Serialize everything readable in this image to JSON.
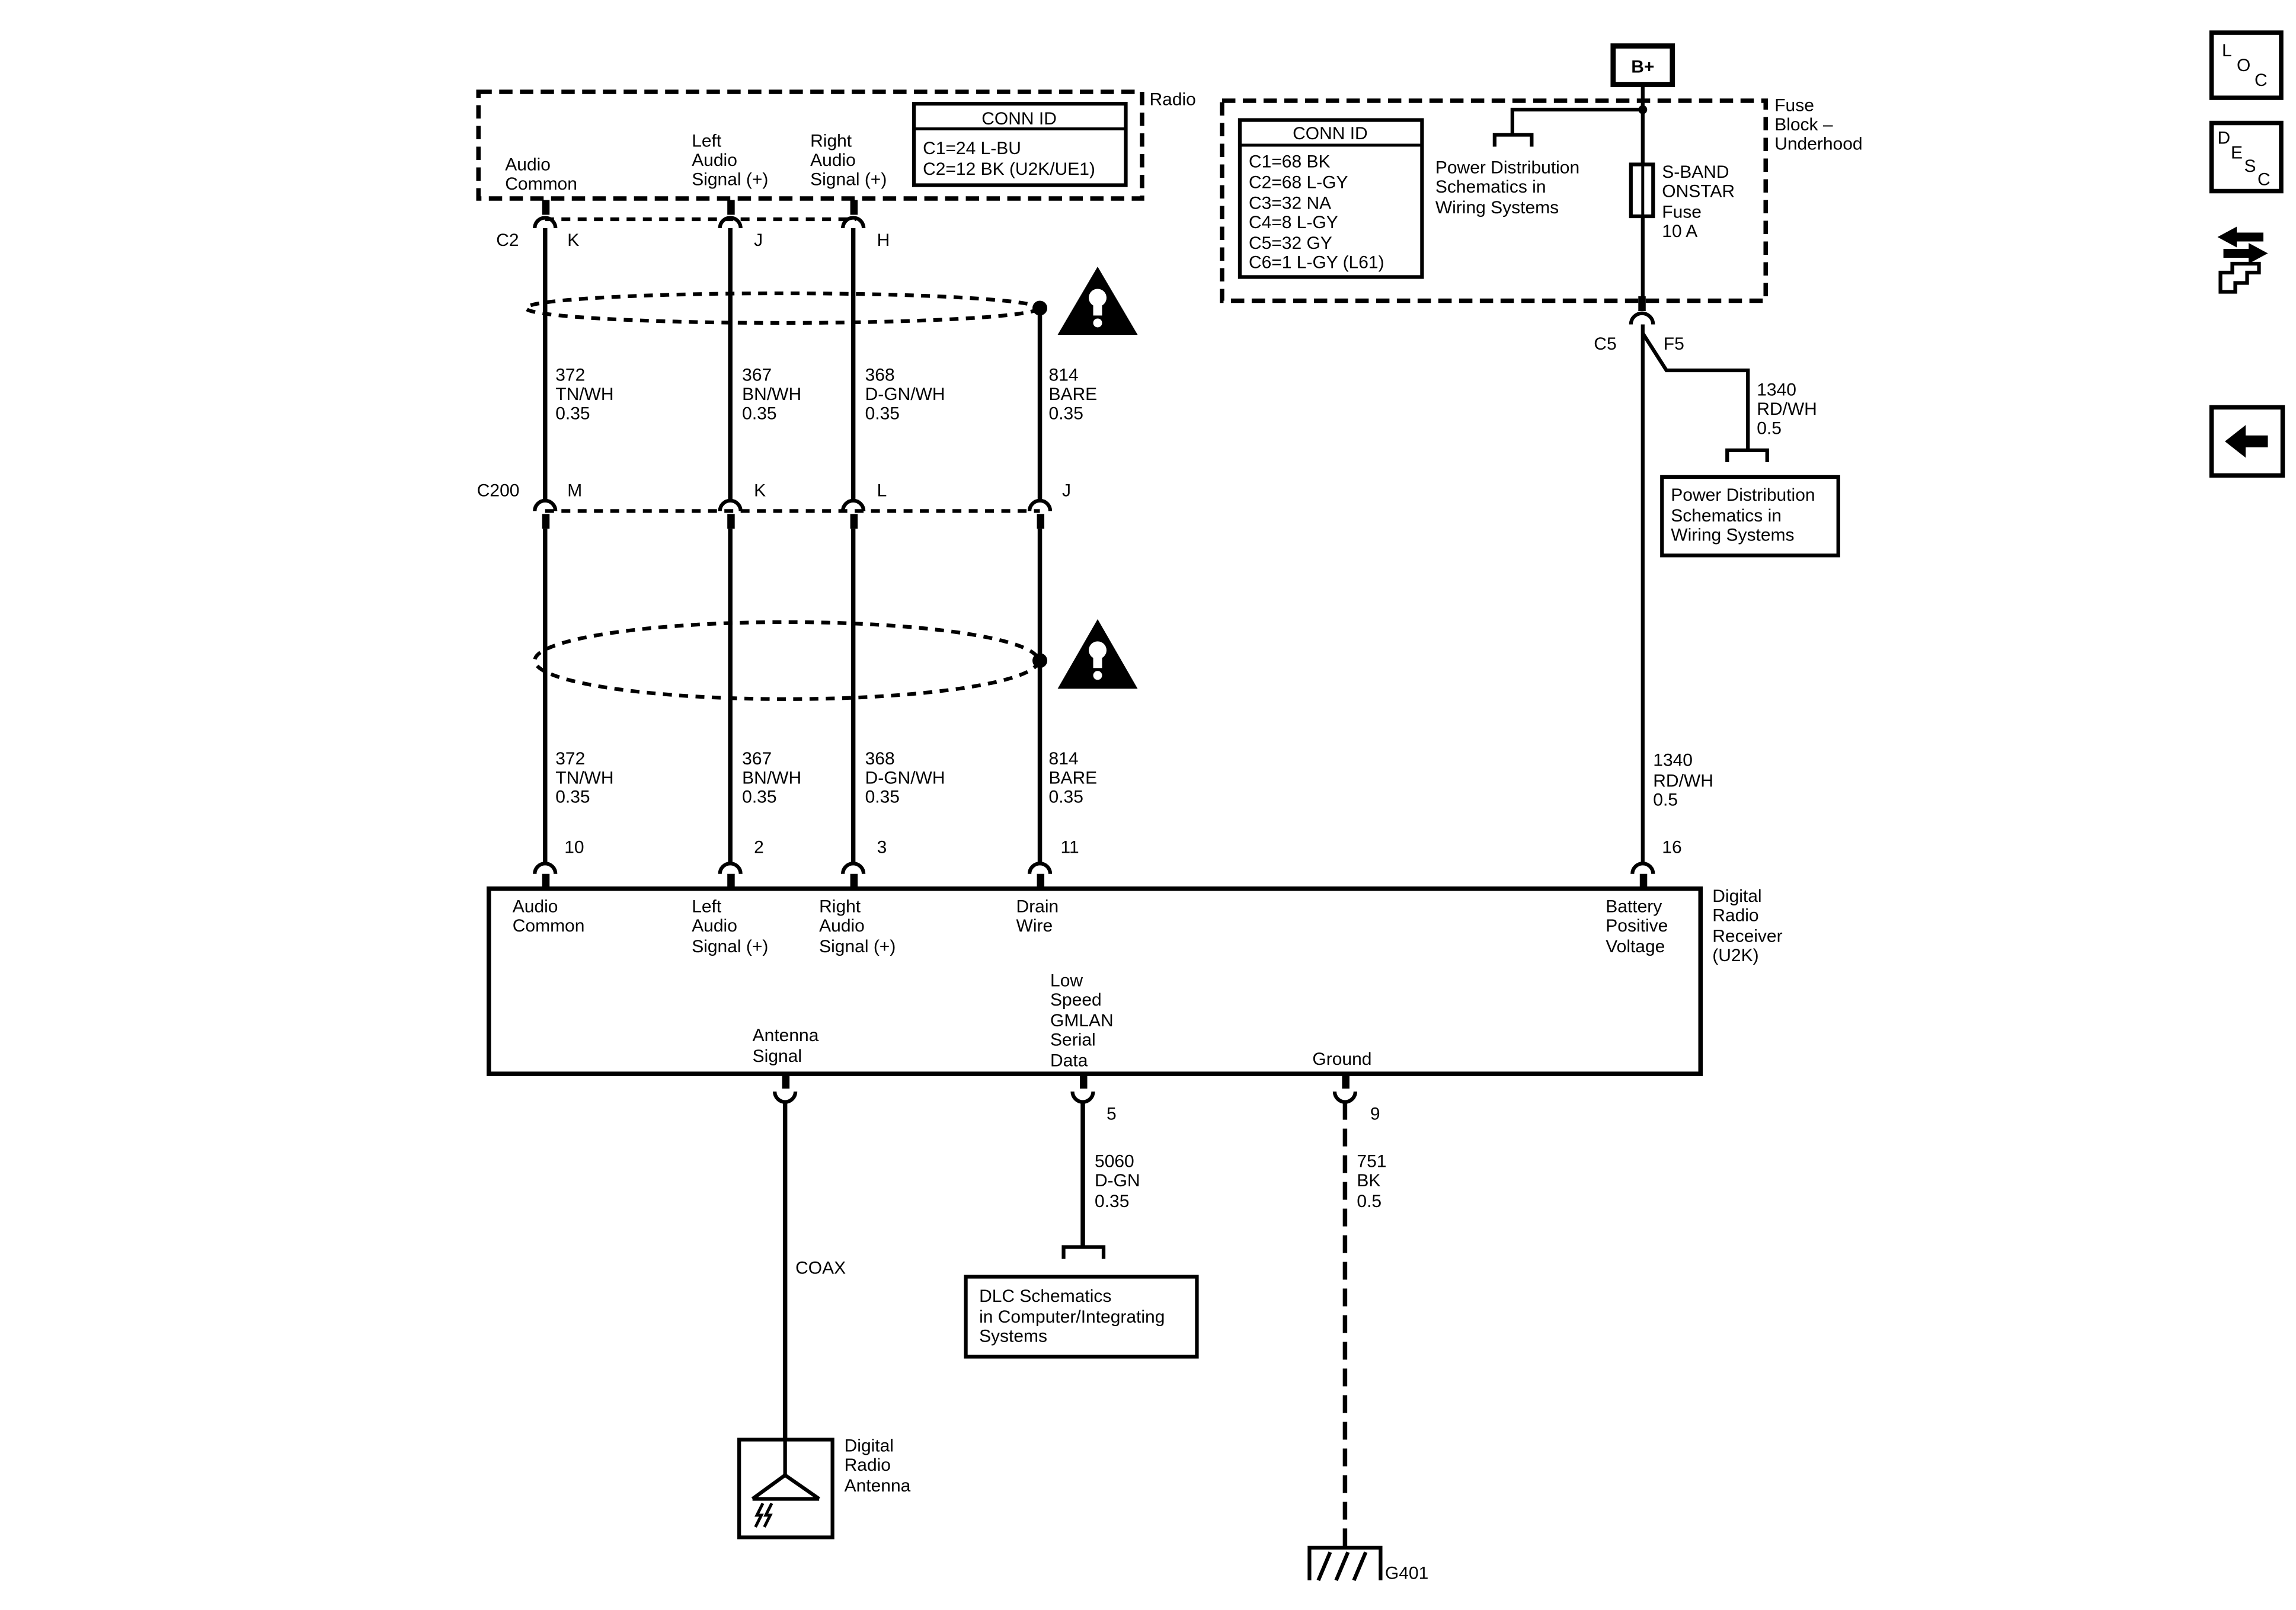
{
  "radio": {
    "label": "Radio",
    "conn_id": {
      "title": "CONN ID",
      "lines": [
        "C1=24 L-BU",
        "C2=12 BK (U2K/UE1)"
      ]
    },
    "pins": [
      {
        "name": [
          "Audio",
          "Common"
        ],
        "connector": "C2",
        "cavity": "K"
      },
      {
        "name": [
          "Left",
          "Audio",
          "Signal (+)"
        ],
        "connector": "",
        "cavity": "J"
      },
      {
        "name": [
          "Right",
          "Audio",
          "Signal (+)"
        ],
        "connector": "",
        "cavity": "H"
      }
    ]
  },
  "fuse_block": {
    "label": [
      "Fuse",
      "Block –",
      "Underhood"
    ],
    "conn_id": {
      "title": "CONN ID",
      "lines": [
        "C1=68 BK",
        "C2=68 L-GY",
        "C3=32 NA",
        "C4=8 L-GY",
        "C5=32 GY",
        "C6=1 L-GY (L61)"
      ]
    },
    "power_ref": [
      "Power Distribution",
      "Schematics in",
      "Wiring Systems"
    ],
    "battery": "B+",
    "fuse": [
      "S-BAND",
      "ONSTAR",
      "Fuse",
      "10 A"
    ],
    "connector": "C5",
    "cavity": "F5"
  },
  "wires_upper": [
    {
      "circuit": "372",
      "color": "TN/WH",
      "size": "0.35"
    },
    {
      "circuit": "367",
      "color": "BN/WH",
      "size": "0.35"
    },
    {
      "circuit": "368",
      "color": "D-GN/WH",
      "size": "0.35"
    },
    {
      "circuit": "814",
      "color": "BARE",
      "size": "0.35"
    }
  ],
  "inline_connector": {
    "name": "C200",
    "cavities": [
      "M",
      "K",
      "L",
      "J"
    ]
  },
  "wires_lower": [
    {
      "circuit": "372",
      "color": "TN/WH",
      "size": "0.35"
    },
    {
      "circuit": "367",
      "color": "BN/WH",
      "size": "0.35"
    },
    {
      "circuit": "368",
      "color": "D-GN/WH",
      "size": "0.35"
    },
    {
      "circuit": "814",
      "color": "BARE",
      "size": "0.35"
    }
  ],
  "splice_wire": {
    "circuit": "1340",
    "color": "RD/WH",
    "size": "0.5"
  },
  "power_ref_box": [
    "Power Distribution",
    "Schematics in",
    "Wiring Systems"
  ],
  "battery_wire": {
    "circuit": "1340",
    "color": "RD/WH",
    "size": "0.5"
  },
  "receiver": {
    "label": [
      "Digital",
      "Radio",
      "Receiver",
      "(U2K)"
    ],
    "top_pins": [
      {
        "number": "10",
        "name": [
          "Audio",
          "Common"
        ]
      },
      {
        "number": "2",
        "name": [
          "Left",
          "Audio",
          "Signal (+)"
        ]
      },
      {
        "number": "3",
        "name": [
          "Right",
          "Audio",
          "Signal (+)"
        ]
      },
      {
        "number": "11",
        "name": [
          "Drain",
          "Wire"
        ]
      },
      {
        "number": "16",
        "name": [
          "Battery",
          "Positive",
          "Voltage"
        ]
      }
    ],
    "bottom_pins": [
      {
        "number": "",
        "name": [
          "Antenna",
          "Signal"
        ]
      },
      {
        "number": "5",
        "name": [
          "Low",
          "Speed",
          "GMLAN",
          "Serial",
          "Data"
        ]
      },
      {
        "number": "9",
        "name": [
          "Ground"
        ]
      }
    ]
  },
  "gmlan_wire": {
    "circuit": "5060",
    "color": "D-GN",
    "size": "0.35"
  },
  "dlc_ref": [
    "DLC Schematics",
    "in Computer/Integrating",
    "Systems"
  ],
  "ground_wire": {
    "circuit": "751",
    "color": "BK",
    "size": "0.5"
  },
  "coax_label": "COAX",
  "antenna": {
    "label": [
      "Digital",
      "Radio",
      "Antenna"
    ]
  },
  "ground_point": "G401",
  "nav": {
    "loc_letters": [
      "L",
      "O",
      "C"
    ],
    "desc_letters": [
      "D",
      "E",
      "S",
      "C"
    ]
  }
}
